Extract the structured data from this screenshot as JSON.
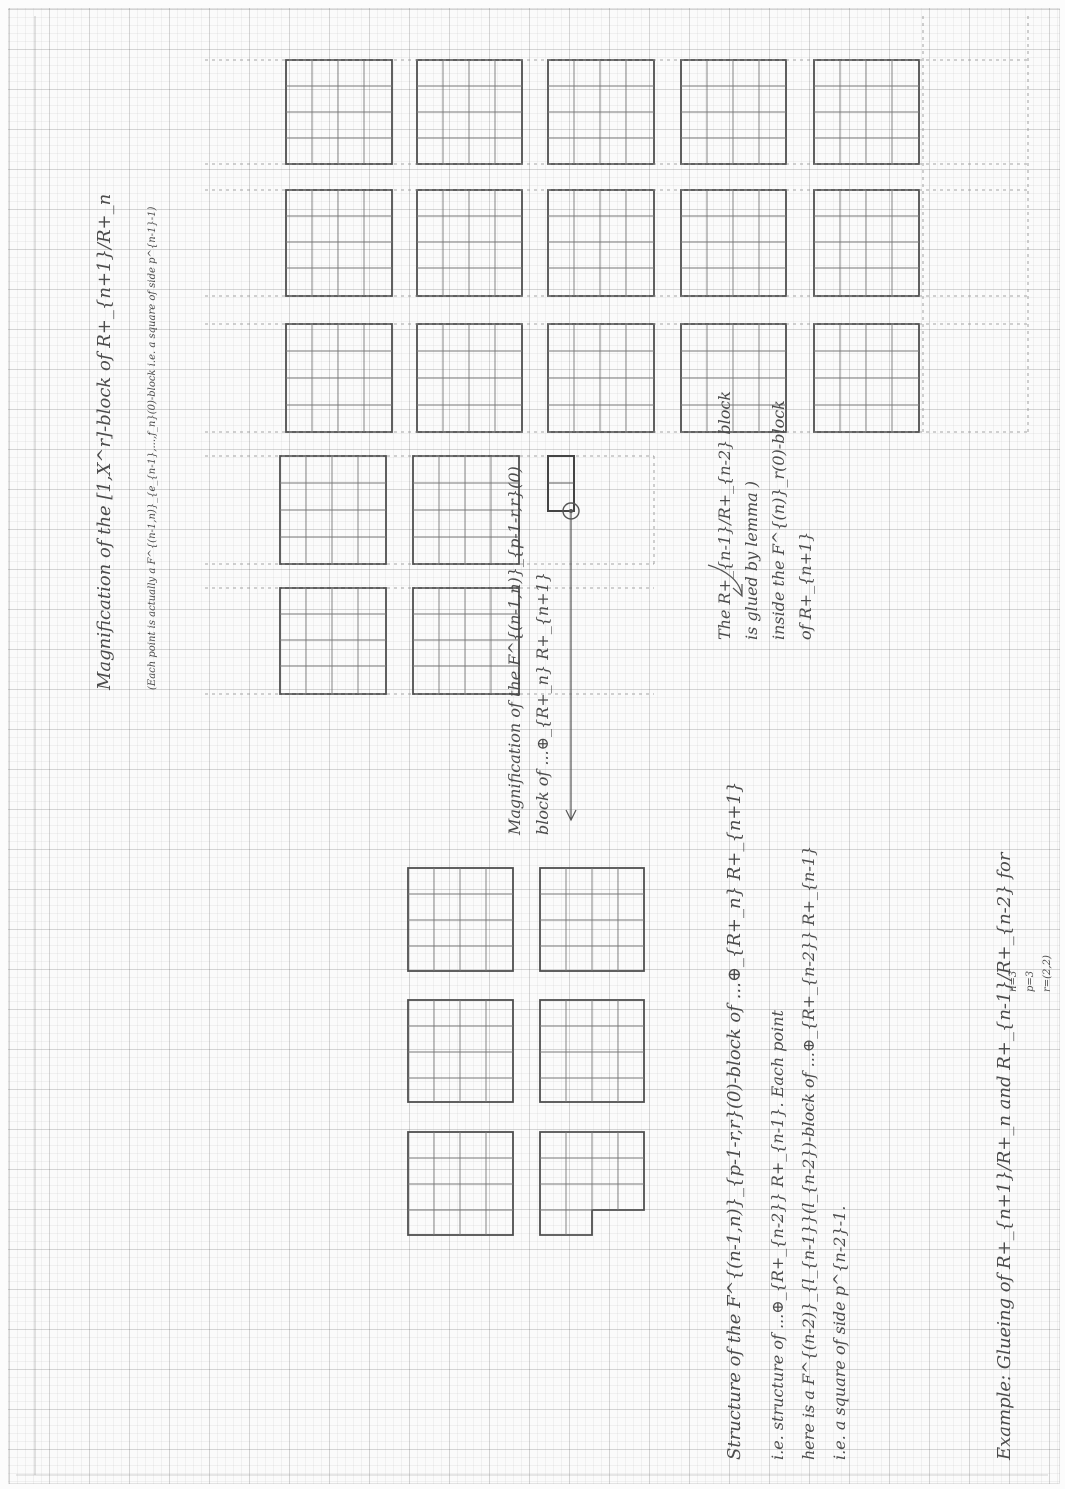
{
  "annotations": {
    "top_heading": "Magnification of the [1,X^r]-block of R+_{n+1}/R+_n",
    "top_subtitle": "(Each point is actually a F^{(n-1,n)}_{e_{n-1},...,f_n}(0)-block i.e. a square of side p^{n-1}-1)",
    "middle_note_1": "Magnification of the F^{(n-1,n)}_{p-1-r,r}(0)",
    "middle_note_2": "block of ...⊕_{R+_n} R+_{n+1}",
    "right_note_1": "The R+_{n-1}/R+_{n-2} block",
    "right_note_2": "is glued by lemma )",
    "right_note_3": "inside the F^{(n)}_r(0)-block",
    "right_note_4": "of R+_{n+1}",
    "structure_title": "Structure of the F^{(n-1,n)}_{p-1-r,r}(0)-block of ...⊕_{R+_n} R+_{n+1}",
    "structure_line_1": "i.e. structure of ...⊕_{R+_{n-2}} R+_{n-1}. Each point",
    "structure_line_2": "here is a F^{(n-2)}_{l_{n-1}}(l_{n-2})-block of ...⊕_{R+_{n-2}} R+_{n-1}",
    "structure_line_3": "i.e. a square of side p^{n-2}-1.",
    "example_title": "Example: Glueing of R+_{n+1}/R+_n and R+_{n-1}/R+_{n-2} for",
    "params": {
      "n": "n=3",
      "p": "p=3",
      "r": "r=(2,2)"
    }
  }
}
